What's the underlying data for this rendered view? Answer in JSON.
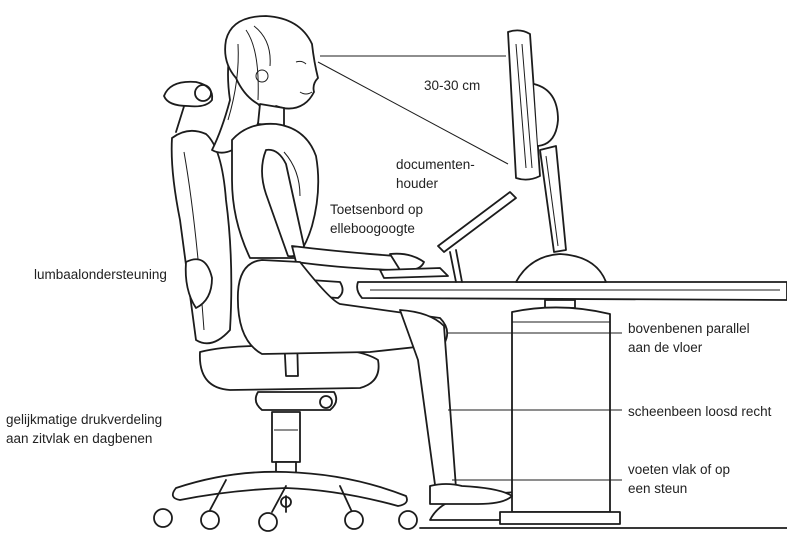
{
  "labels": {
    "distance": "30-30 cm",
    "document_holder_line1": "documenten-",
    "document_holder_line2": "houder",
    "keyboard_line1": "Toetsenbord op",
    "keyboard_line2": "elleboogoogte",
    "lumbar": "lumbaalondersteuning",
    "pressure_line1": "gelijkmatige drukverdeling",
    "pressure_line2": "aan zitvlak en dagbenen",
    "thighs_line1": "bovenbenen parallel",
    "thighs_line2": "aan de vloer",
    "shin": "scheenbeen loosd recht",
    "feet_line1": "voeten vlak of op",
    "feet_line2": "een steun"
  }
}
